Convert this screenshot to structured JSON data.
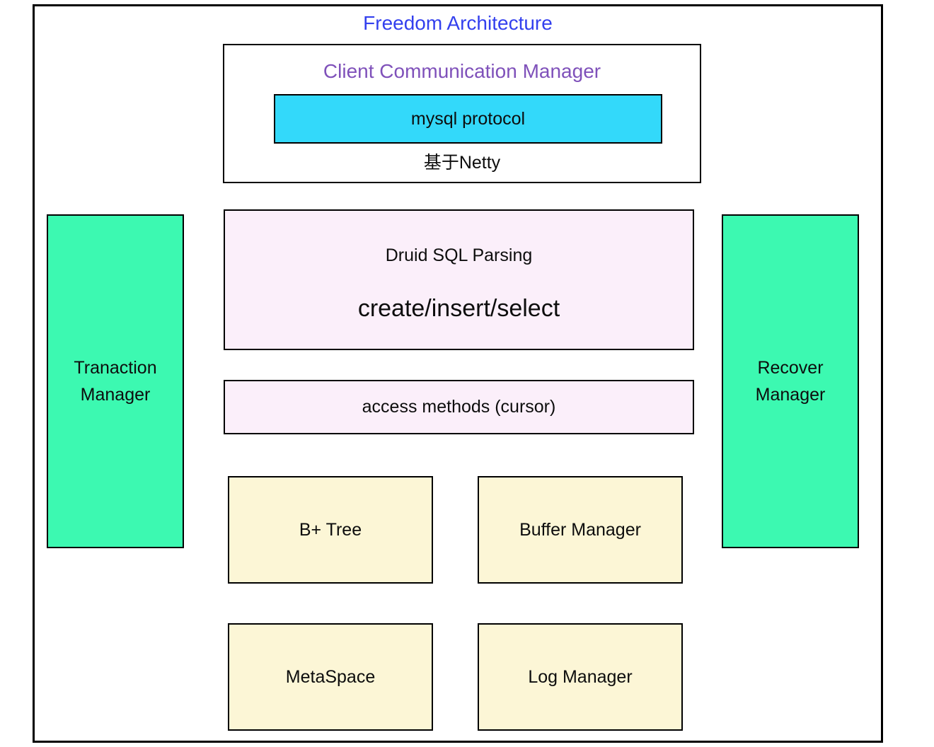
{
  "diagram_title": "Freedom Architecture",
  "client_communication_manager": {
    "title": "Client Communication Manager",
    "mysql_protocol_label": "mysql protocol",
    "netty_label": "基于Netty"
  },
  "transaction_manager": {
    "label": "Tranaction\nManager"
  },
  "recover_manager": {
    "label": "Recover\nManager"
  },
  "druid_sql_parsing": {
    "title": "Druid SQL Parsing",
    "operations": "create/insert/select"
  },
  "access_methods": {
    "label": "access methods (cursor)"
  },
  "bplus_tree": {
    "label": "B+ Tree"
  },
  "buffer_manager": {
    "label": "Buffer Manager"
  },
  "metaspace": {
    "label": "MetaSpace"
  },
  "log_manager": {
    "label": "Log Manager"
  },
  "colors": {
    "title_blue": "#3340EE",
    "ccm_title_purple": "#7F51BA",
    "mysql_cyan": "#33D9FA",
    "manager_green": "#3CF9B1",
    "parsing_pink": "#FBEFFA",
    "storage_yellow": "#FCF6D6",
    "border_black": "#000000"
  }
}
